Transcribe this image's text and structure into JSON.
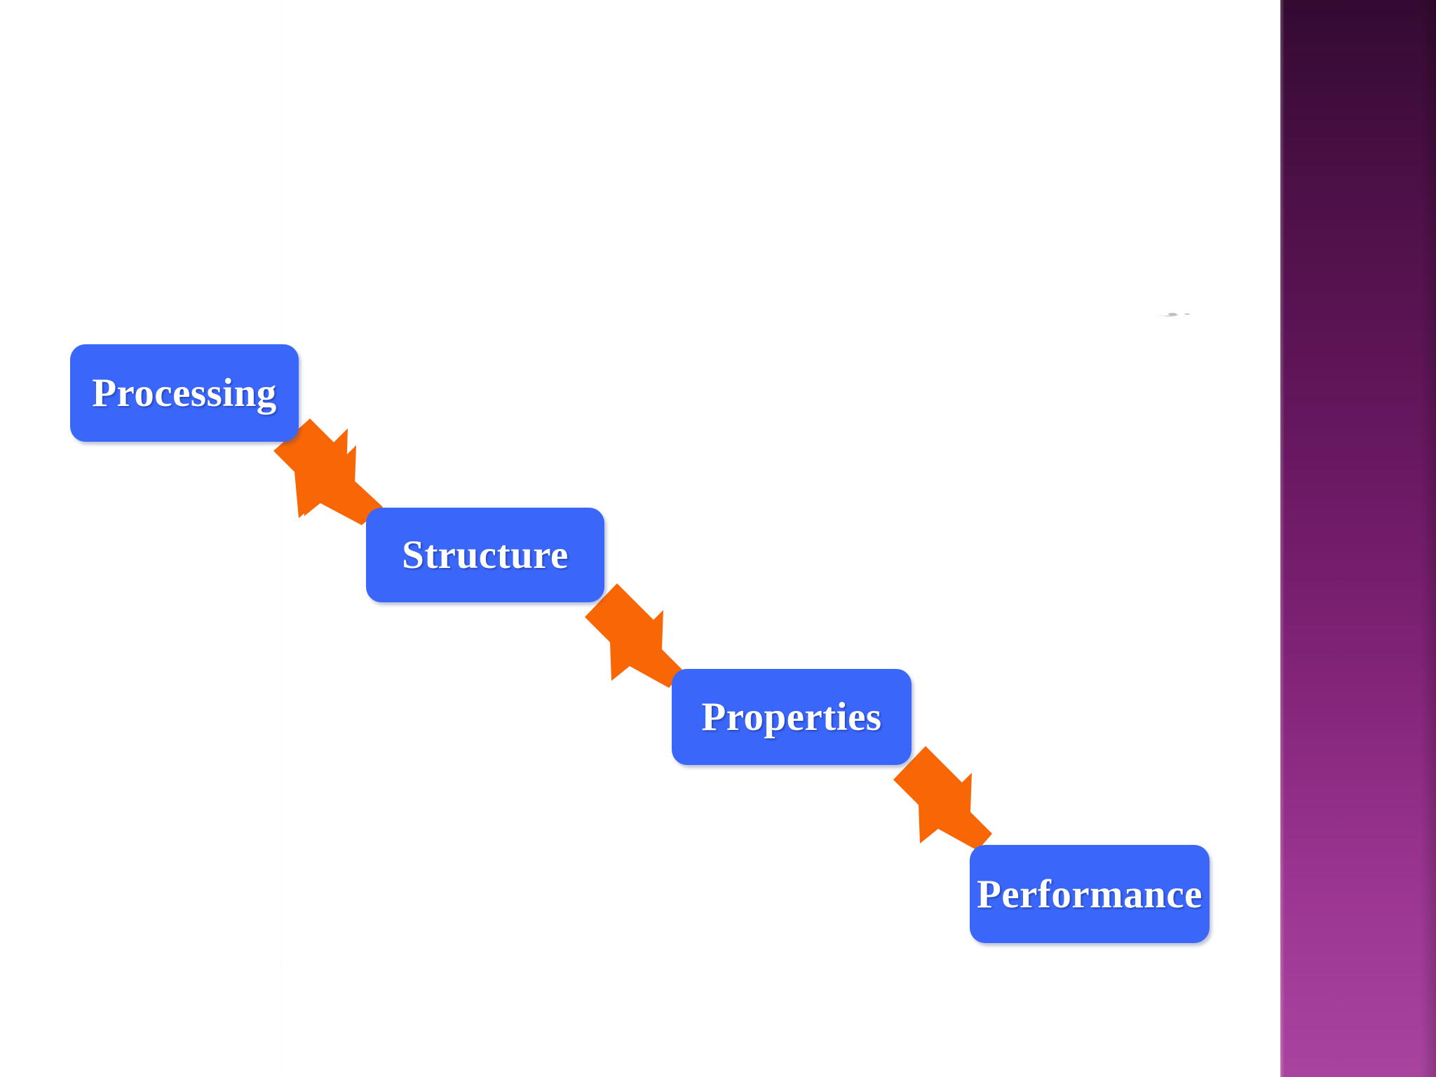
{
  "slide": {
    "kind": "presentation-slide",
    "background_color": "#ffffff",
    "accent_band": {
      "name": "purple-gradient-band",
      "position": "right",
      "gradient_top_color": "#330a31",
      "gradient_bottom_color": "#a8449f"
    }
  },
  "diagram": {
    "type": "cascading-flow",
    "direction": "down-right",
    "box_fill_color": "#3a66fa",
    "box_text_color": "#ffffff",
    "arrow_color": "#f96605",
    "nodes": [
      {
        "id": "processing",
        "label": "Processing"
      },
      {
        "id": "structure",
        "label": "Structure"
      },
      {
        "id": "properties",
        "label": "Properties"
      },
      {
        "id": "performance",
        "label": "Performance"
      }
    ],
    "connectors": [
      {
        "id": "arrow-1",
        "from": "processing",
        "to": "structure",
        "icon": "block-arrow-down-right-icon"
      },
      {
        "id": "arrow-2",
        "from": "structure",
        "to": "properties",
        "icon": "block-arrow-down-right-icon"
      },
      {
        "id": "arrow-3",
        "from": "properties",
        "to": "performance",
        "icon": "block-arrow-down-right-icon"
      }
    ]
  },
  "artifacts": {
    "smudge": {
      "name": "faint-gray-smudge",
      "color": "#8a8a8a"
    }
  }
}
